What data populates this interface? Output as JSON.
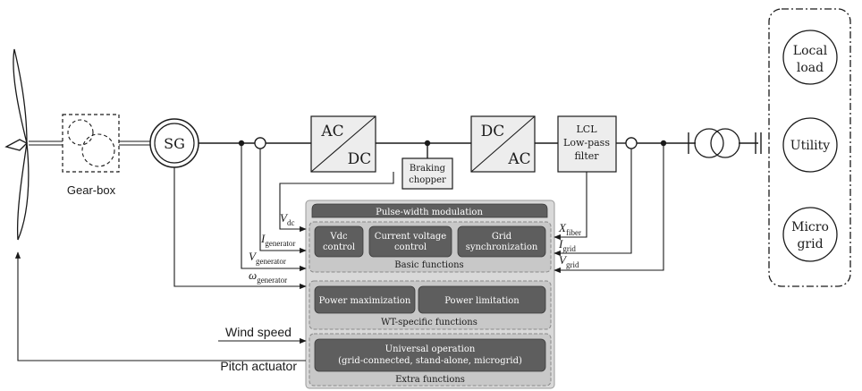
{
  "components": {
    "gearbox": "Gear-box",
    "generator": "SG",
    "rectifier_top": "AC",
    "rectifier_bottom": "DC",
    "inverter_top": "DC",
    "inverter_bottom": "AC",
    "braking_line1": "Braking",
    "braking_line2": "chopper",
    "filter_line1": "LCL",
    "filter_line2": "Low-pass",
    "filter_line3": "filter"
  },
  "loads": {
    "local_line1": "Local",
    "local_line2": "load",
    "utility": "Utility",
    "micro_line1": "Micro",
    "micro_line2": "grid"
  },
  "control": {
    "pwm": "Pulse-width modulation",
    "vdc_line1": "Vdc",
    "vdc_line2": "control",
    "cv_line1": "Current voltage",
    "cv_line2": "control",
    "gs_line1": "Grid",
    "gs_line2": "synchronization",
    "basic_label": "Basic functions",
    "power_max": "Power maximization",
    "power_lim": "Power limitation",
    "wt_label": "WT-specific functions",
    "univ_line1": "Universal operation",
    "univ_line2": "(grid-connected, stand-alone, microgrid)",
    "extra_label": "Extra functions"
  },
  "signals": {
    "vdc": {
      "main": "V",
      "sub": "dc"
    },
    "igen": {
      "main": "I",
      "sub": "generator"
    },
    "vgen": {
      "main": "V",
      "sub": "generator"
    },
    "wgen": {
      "main": "ω",
      "sub": "generator"
    },
    "xfiber": {
      "main": "X",
      "sub": "fiber"
    },
    "igrid": {
      "main": "I",
      "sub": "grid"
    },
    "vgrid": {
      "main": "V",
      "sub": "grid"
    },
    "wind_speed": "Wind speed",
    "pitch_actuator": "Pitch actuator"
  }
}
